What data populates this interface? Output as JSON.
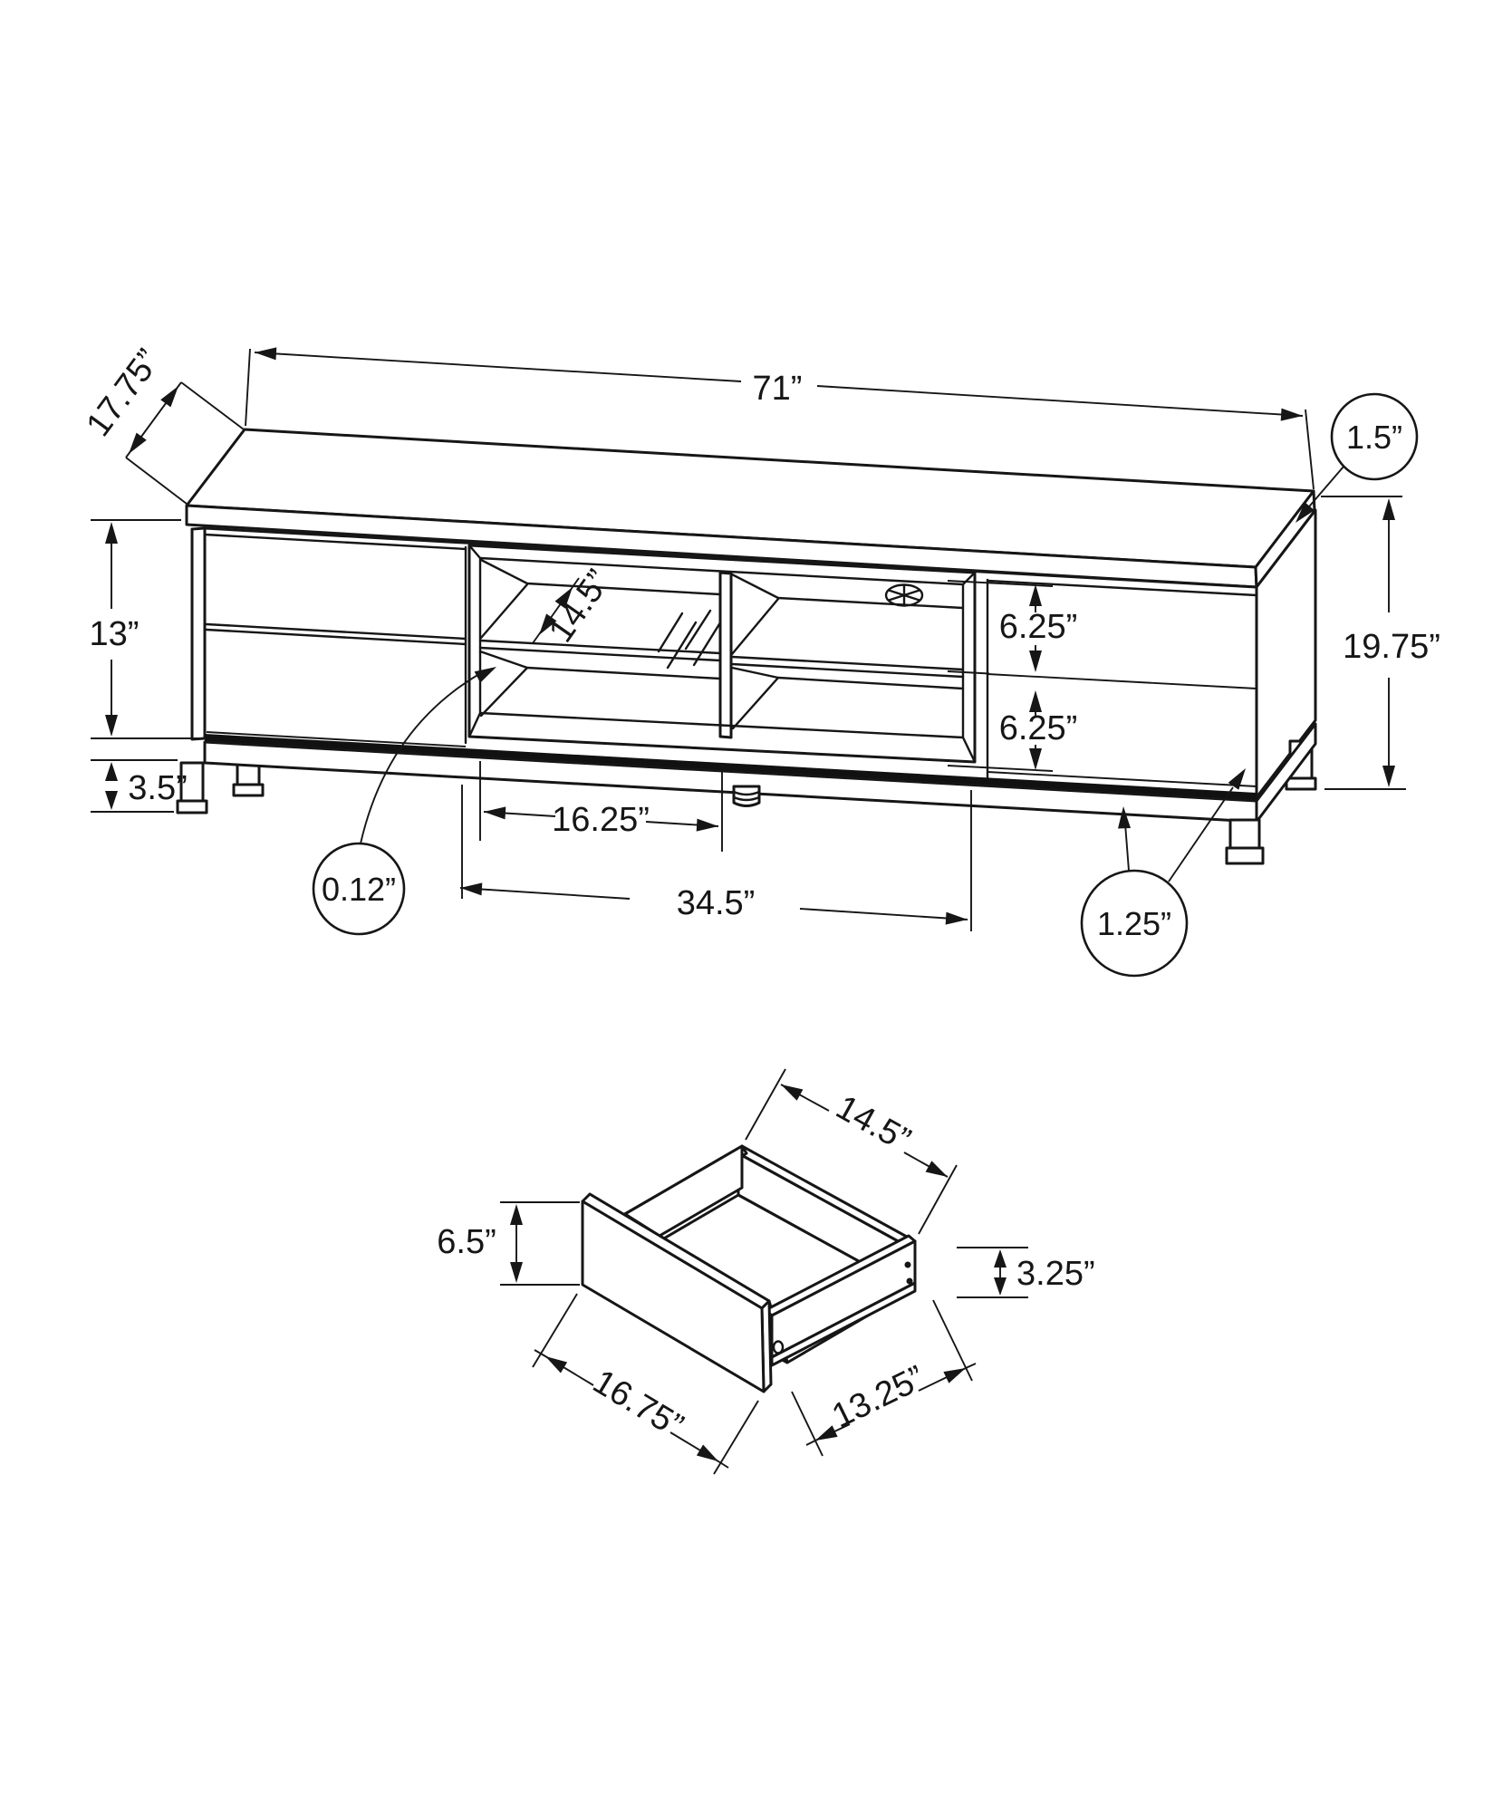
{
  "colors": {
    "line": "#161616",
    "background": "#ffffff"
  },
  "stand_view": {
    "dims": {
      "top_width": "71”",
      "top_depth": "17.75”",
      "top_thickness": "1.5”",
      "overall_height": "19.75”",
      "cabinet_height": "13”",
      "leg_height": "3.5”",
      "glass_thickness": "0.12”",
      "shelf_depth": "14.5”",
      "compartment_width": "16.25”",
      "center_section_width": "34.5”",
      "upper_drawer_front": "6.25”",
      "lower_drawer_front": "6.25”",
      "base_rail": "1.25”"
    }
  },
  "drawer_view": {
    "dims": {
      "inner_width": "14.5”",
      "front_height": "6.5”",
      "side_height": "3.25”",
      "front_width": "16.75”",
      "side_depth": "13.25”"
    }
  }
}
